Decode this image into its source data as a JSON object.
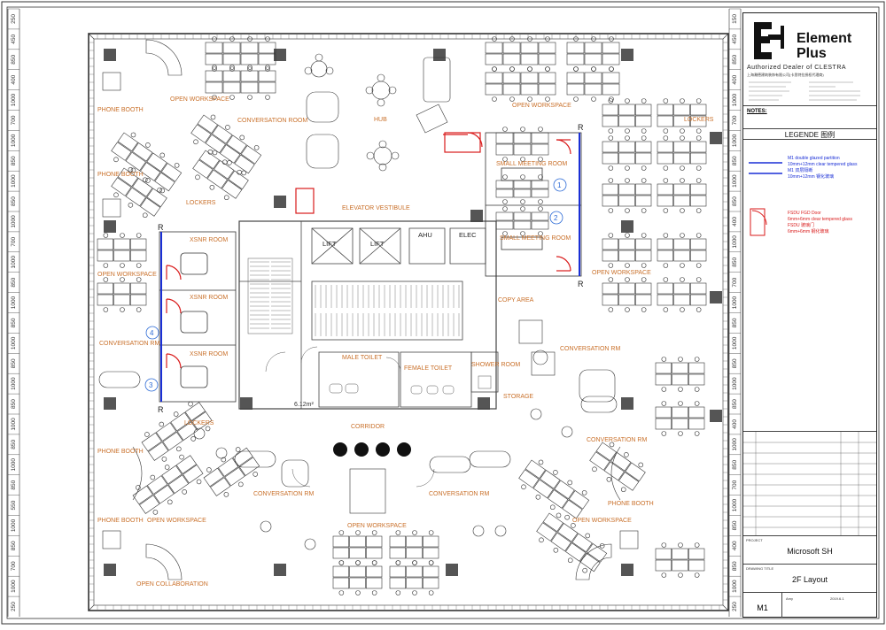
{
  "dim_strip_left": [
    "250",
    "450",
    "850",
    "400",
    "1000",
    "700",
    "1000",
    "850",
    "1000",
    "850",
    "1000",
    "700",
    "1000",
    "850",
    "1000",
    "850",
    "1000",
    "850",
    "1000",
    "850",
    "1000",
    "850",
    "1000",
    "850",
    "550",
    "1000",
    "850",
    "700",
    "1000",
    "250"
  ],
  "dim_strip_right": [
    "150",
    "450",
    "850",
    "400",
    "1000",
    "700",
    "1000",
    "850",
    "1000",
    "850",
    "400",
    "1000",
    "850",
    "700",
    "1000",
    "850",
    "1000",
    "850",
    "1000",
    "850",
    "400",
    "1000",
    "850",
    "700",
    "1000",
    "850",
    "400",
    "850",
    "1000",
    "250"
  ],
  "rooms": {
    "open_workspace_tl": "OPEN WORKSPACE",
    "phone_booth_1": "PHONE BOOTH",
    "phone_booth_2": "PHONE BOOTH",
    "conversation_room_top": "CONVERSATION ROOM",
    "hub": "HUB",
    "open_workspace_tr": "OPEN WORKSPACE",
    "lockers_right": "LOCKERS",
    "lockers_left": "LOCKERS",
    "elevator_vestibule": "ELEVATOR VESTIBULE",
    "small_meeting_1": "SMALL MEETING ROOM",
    "small_meeting_2": "SMALL MEETING ROOM",
    "xsnr_1": "XSNR ROOM",
    "xsnr_2": "XSNR ROOM",
    "xsnr_3": "XSNR ROOM",
    "open_workspace_left": "OPEN WORKSPACE",
    "open_workspace_right": "OPEN WORKSPACE",
    "copy_area": "COPY AREA",
    "conversation_rm_left": "CONVERSATION RM",
    "conversation_rm_right": "CONVERSATION RM",
    "male_toilet": "MALE TOILET",
    "female_toilet": "FEMALE TOILET",
    "shower_room": "SHOWER ROOM",
    "storage": "STORAGE",
    "corridor": "CORRIDOR",
    "lockers_bottom": "LOCKERS",
    "conversation_rm_br": "CONVERSATION RM",
    "phone_booth_3": "PHONE BOOTH",
    "conversation_rm_bl": "CONVERSATION RM",
    "conversation_rm_bc": "CONVERSATION RM",
    "phone_booth_4": "PHONE BOOTH",
    "phone_booth_5": "PHONE BOOTH",
    "open_workspace_bl": "OPEN WORKSPACE",
    "open_workspace_bc": "OPEN WORKSPACE",
    "open_workspace_br": "OPEN WORKSPACE",
    "open_collaboration": "OPEN COLLABORATION"
  },
  "core": {
    "lift_1": "LIFT",
    "lift_2": "LIFT",
    "ahu": "AHU",
    "elec": "ELEC",
    "area": "6.12m²"
  },
  "markers": {
    "r_tl": "R",
    "r_tr": "R",
    "r_ml": "R",
    "r_bl": "R",
    "num_1": "1",
    "num_2": "2",
    "num_3": "3",
    "num_4": "4"
  },
  "title_block": {
    "company_line1": "Element",
    "company_line2": "Plus",
    "authorized": "Authorized Dealer of CLESTRA",
    "chinese_company": "上海瀚德建筑装饰有限公司(卡思特拉授权代理商)",
    "notes_label": "NOTES:",
    "legend_title": "LEGENDE  图例",
    "legend_m1_line1": "M1 double glazed partition",
    "legend_m1_line2": "10mm+12mm clear tempered glass",
    "legend_m1_line3": "M1 双层隔断",
    "legend_m1_line4": "10mm+12mm 钢化玻璃",
    "legend_door_line1": "FSDU FGD Door",
    "legend_door_line2": "6mm+6mm clear tempered glass",
    "legend_door_line3": "FSDU 玻璃门",
    "legend_door_line4": "6mm+6mm 钢化玻璃",
    "project_label": "PROJECT",
    "project_name": "Microsoft SH",
    "drawing_title_label": "DRAWING TITLE",
    "drawing_title": "2F Layout",
    "drawing_no": "M1",
    "date": "2019.6.1",
    "designer": "Amy"
  },
  "colors": {
    "plan_line": "#444444",
    "room_label": "#c9702a",
    "partition_blue": "#1a2fd6",
    "door_red": "#d91a1a",
    "marker_blue": "#2d6bd6"
  }
}
